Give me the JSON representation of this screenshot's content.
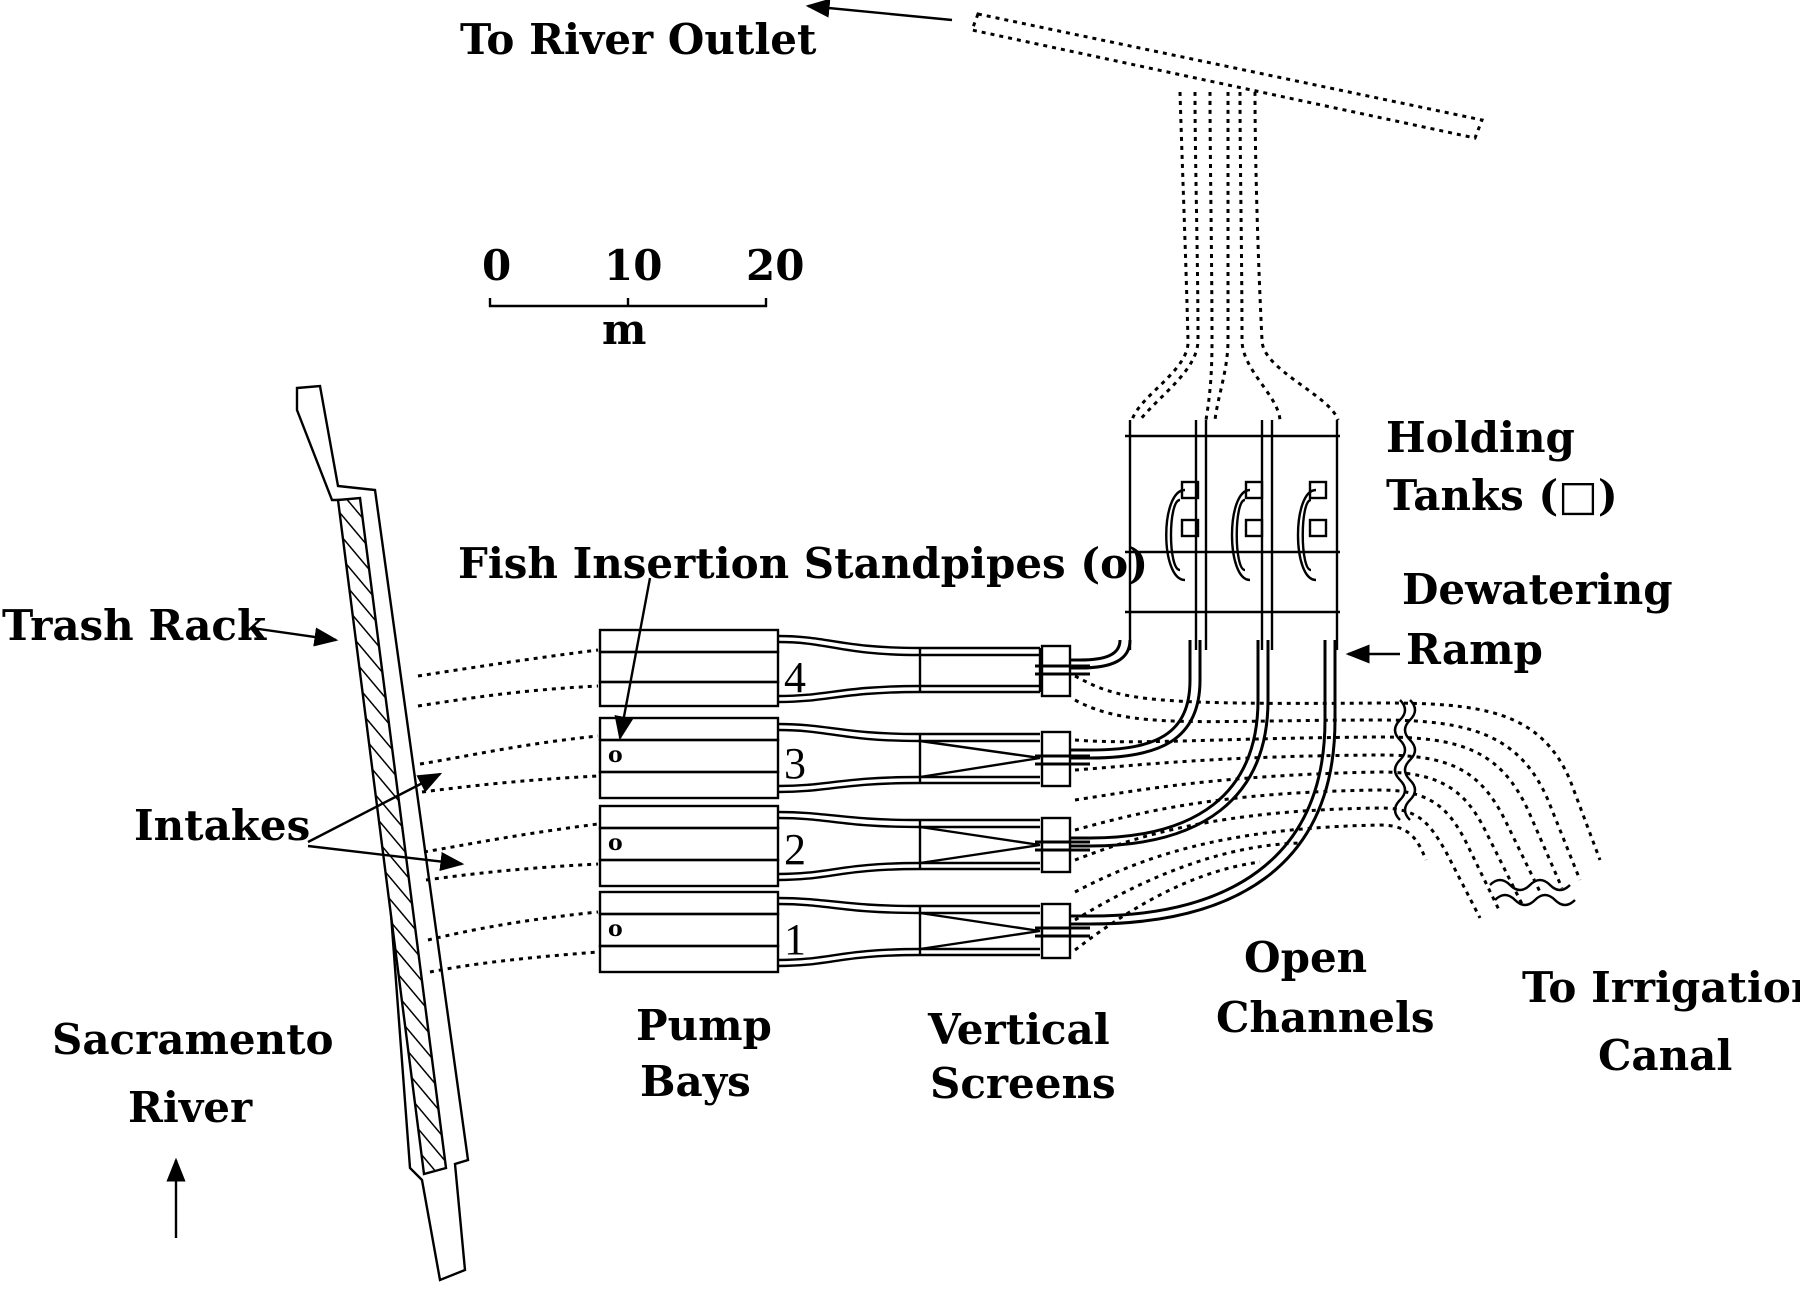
{
  "labels": {
    "river_outlet": "To River Outlet",
    "scale_0": "0",
    "scale_10": "10",
    "scale_20": "20",
    "scale_unit": "m",
    "holding_1": "Holding",
    "holding_2": "Tanks (□)",
    "standpipes": "Fish Insertion Standpipes (o)",
    "dewatering_1": "Dewatering",
    "dewatering_2": "Ramp",
    "trash_rack": "Trash Rack",
    "intakes": "Intakes",
    "bay_4": "4",
    "bay_3": "3",
    "bay_2": "2",
    "bay_1": "1",
    "open_1": "Open",
    "open_2": "Channels",
    "irrigation_1": "To Irrigation",
    "irrigation_2": "Canal",
    "pump_1": "Pump",
    "pump_2": "Bays",
    "screens_1": "Vertical",
    "screens_2": "Screens",
    "sacramento_1": "Sacramento",
    "sacramento_2": "River",
    "standpipe_mark": "o"
  }
}
